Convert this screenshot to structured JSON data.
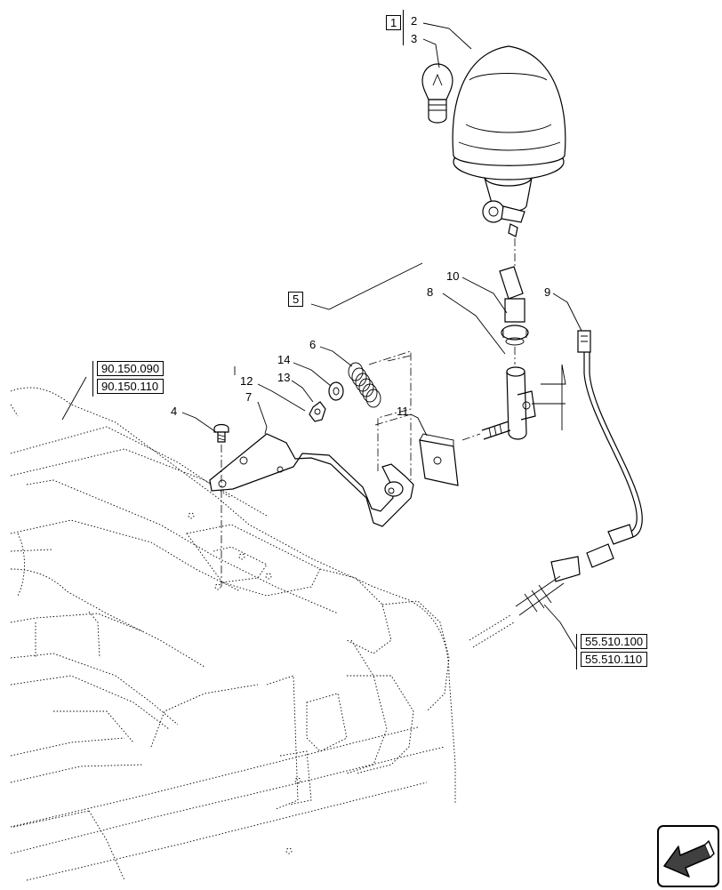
{
  "callouts": {
    "c1": "1",
    "c2": "2",
    "c3": "3",
    "c4": "4",
    "c5": "5",
    "c6": "6",
    "c7": "7",
    "c8": "8",
    "c9": "9",
    "c10": "10",
    "c11": "11",
    "c12": "12",
    "c13": "13",
    "c14": "14"
  },
  "references": {
    "frame_refs": [
      "90.150.090",
      "90.150.110"
    ],
    "wiring_refs": [
      "55.510.100",
      "55.510.110"
    ]
  },
  "icons": {
    "nav": "previous-page-arrow-icon"
  },
  "colors": {
    "line": "#000000",
    "background": "#ffffff",
    "arrow_fill": "#404040"
  }
}
